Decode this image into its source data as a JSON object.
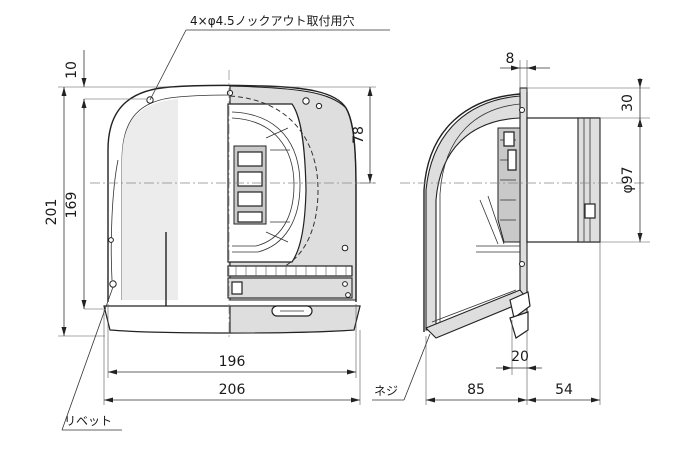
{
  "callouts": {
    "knockout_note": "4×φ4.5ノックアウト取付用穴",
    "rivet": "リベット",
    "screw": "ネジ"
  },
  "dimensions": {
    "d10": "10",
    "d201": "201",
    "d169": "169",
    "d78": "78",
    "d196": "196",
    "d206": "206",
    "d8": "8",
    "d30": "30",
    "d97": "φ97",
    "d20": "20",
    "d85": "85",
    "d54": "54"
  }
}
